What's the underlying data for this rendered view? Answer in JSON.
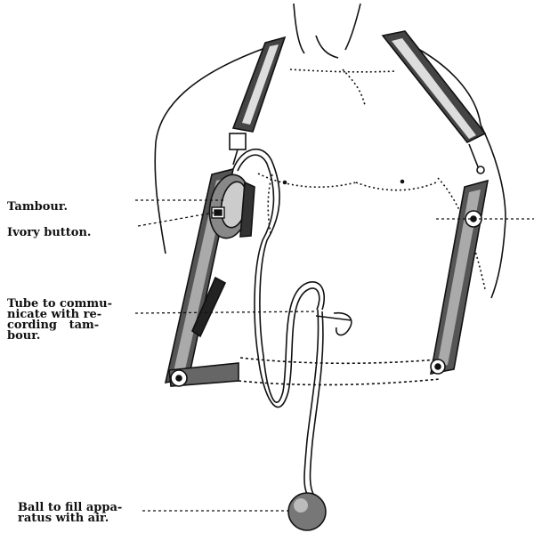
{
  "labels": {
    "tambour": "Tambour.",
    "ivory_button": "Ivory button.",
    "tube": "Tube to commu-\nnicate with re-\ncording   tam-\nbour.",
    "ball": "Ball to fill appa-\nratus with air."
  },
  "colors": {
    "ink": "#111111",
    "paper": "#ffffff"
  }
}
